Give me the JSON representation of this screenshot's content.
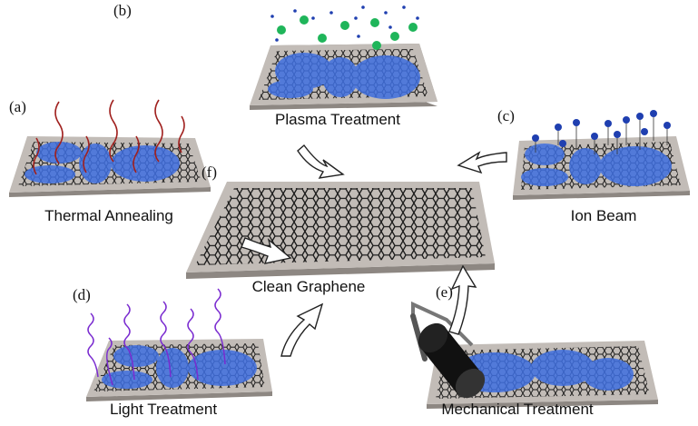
{
  "panels": {
    "a": {
      "tag": "(a)",
      "label": "Thermal Annealing"
    },
    "b": {
      "tag": "(b)",
      "label": "Plasma Treatment"
    },
    "c": {
      "tag": "(c)",
      "label": "Ion Beam"
    },
    "d": {
      "tag": "(d)",
      "label": "Light Treatment"
    },
    "e": {
      "tag": "(e)",
      "label": "Mechanical Treatment"
    },
    "f": {
      "tag": "(f)",
      "label": "Clean Graphene"
    }
  },
  "colors": {
    "substrate": "#b8b2ad",
    "substrate_edge": "#8d8782",
    "residue": "#3f6fe0",
    "plasma_particle": "#1fb55a",
    "ion": "#1f3fb0",
    "heat_wave": "#a0201e",
    "light_wave": "#7a2bd0",
    "lattice": "#1a1a1a"
  }
}
